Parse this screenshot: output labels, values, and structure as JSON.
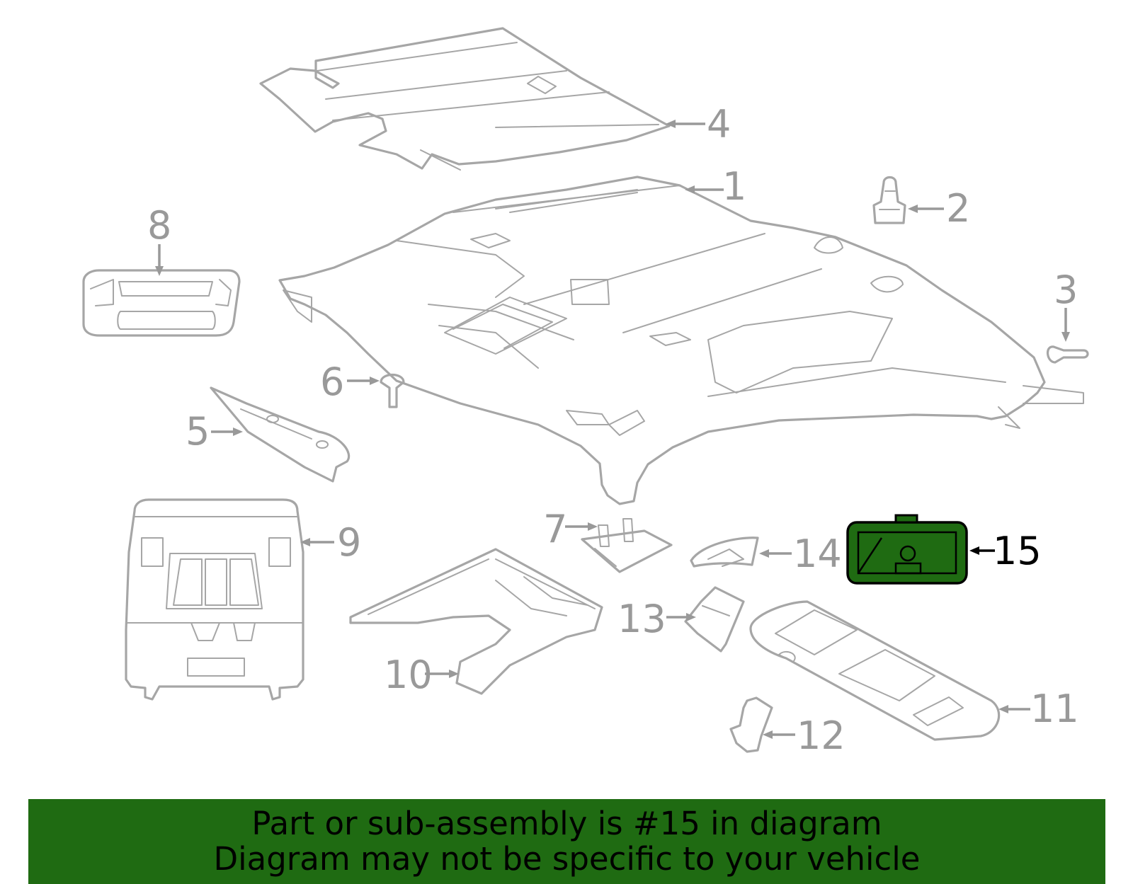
{
  "callouts": {
    "c1": "1",
    "c2": "2",
    "c3": "3",
    "c4": "4",
    "c5": "5",
    "c6": "6",
    "c7": "7",
    "c8": "8",
    "c9": "9",
    "c10": "10",
    "c11": "11",
    "c12": "12",
    "c13": "13",
    "c14": "14",
    "c15": "15"
  },
  "highlight": {
    "part_number": "15",
    "color": "#1f6b12"
  },
  "banner": {
    "line1": "Part or sub-assembly is #15 in diagram",
    "line2": "Diagram may not be specific to your vehicle"
  }
}
